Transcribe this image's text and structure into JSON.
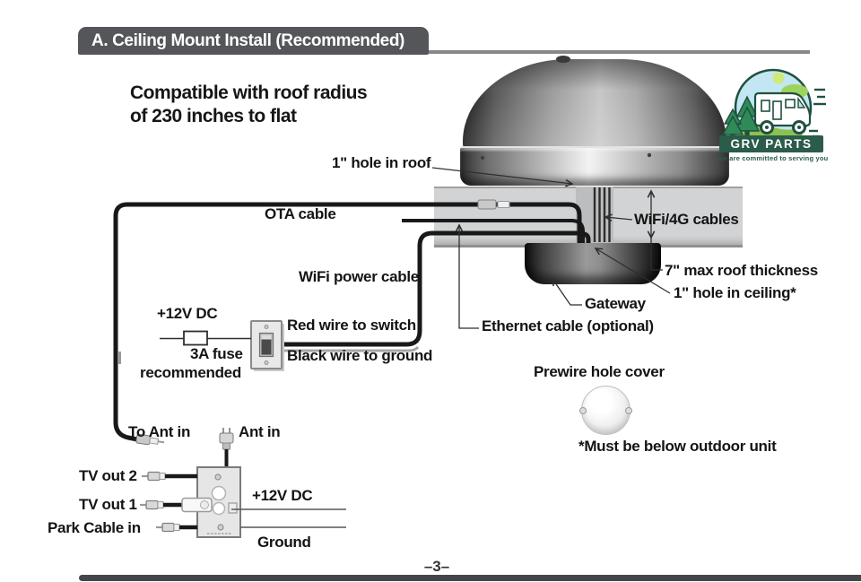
{
  "title": "A. Ceiling Mount Install (Recommended)",
  "note": {
    "line1": "Compatible with roof radius",
    "line2": "of 230 inches to flat"
  },
  "labels": {
    "hole_roof": "1\" hole in roof",
    "ota_cable": "OTA cable",
    "wifi_4g_cables": "WiFi/4G cables",
    "wifi_power_cable": "WiFi power cable",
    "roof_thickness": "7\" max roof thickness",
    "hole_ceiling": "1\" hole in ceiling*",
    "gateway": "Gateway",
    "ethernet": "Ethernet cable (optional)",
    "v12_top": "+12V DC",
    "red_wire": "Red wire to switch",
    "fuse_line1": "3A fuse",
    "black_wire": "Black wire to ground",
    "fuse_line2": "recommended",
    "prewire": "Prewire hole cover",
    "below_unit": "*Must be below outdoor unit",
    "to_ant_in": "To Ant in",
    "ant_in": "Ant in",
    "tv_out_2": "TV out 2",
    "tv_out_1": "TV out 1",
    "park_cable_in": "Park Cable in",
    "v12_bottom": "+12V DC",
    "ground": "Ground"
  },
  "logo": {
    "name": "GRV PARTS",
    "tagline": "we are committed to serving you"
  },
  "page": {
    "number": "–3–"
  },
  "colors": {
    "title_bar": "#55565a",
    "rule_gray": "#85878a",
    "cable_black": "#191919",
    "roof_gray": "#d2d3d4",
    "logo_green": "#2b5c4a",
    "logo_sky": "#c2e6f2"
  }
}
